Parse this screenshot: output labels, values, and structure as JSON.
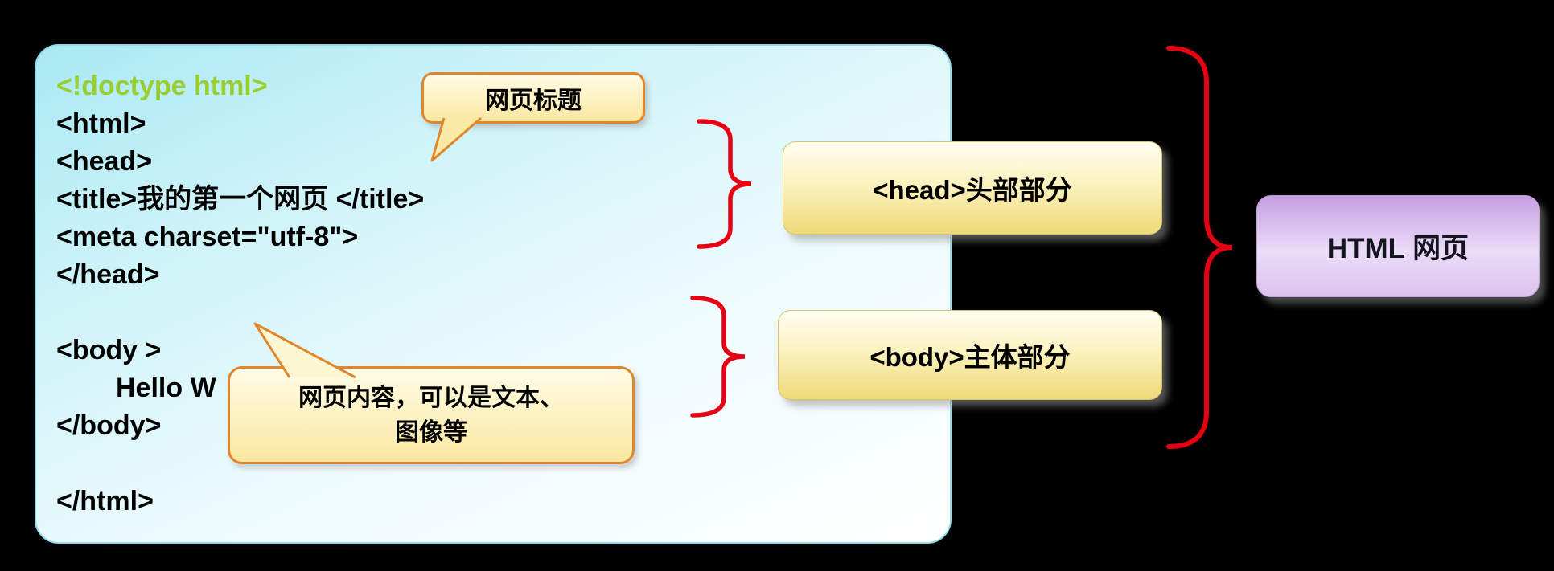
{
  "code_panel": {
    "lines": [
      {
        "text": "<!doctype html>"
      },
      {
        "text": "<html>"
      },
      {
        "text": "<head>"
      },
      {
        "text": "<title>我的第一个网页 </title>"
      },
      {
        "text": "<meta charset=\"utf-8\">"
      },
      {
        "text": "</head>"
      },
      {
        "text": ""
      },
      {
        "text": "<body >"
      },
      {
        "text": "Hello W"
      },
      {
        "text": "</body>"
      },
      {
        "text": ""
      },
      {
        "text": "</html>"
      }
    ]
  },
  "callouts": {
    "page_title": {
      "text": "网页标题"
    },
    "page_content": {
      "line1": "网页内容，可以是文本、",
      "line2": "图像等"
    }
  },
  "group_labels": {
    "head_section": "<head>头部部分",
    "body_section": "<body>主体部分",
    "html_page": "HTML 网页"
  },
  "colors": {
    "background": "#000000",
    "doctype_text": "#9ACD32",
    "code_text": "#000000",
    "brace_red": "#E60014",
    "callout_border": "#E0862C",
    "panel_cyan": "#A9E9F4",
    "yellow_box_bottom": "#EFD978",
    "purple_box_top": "#C79FE2"
  }
}
